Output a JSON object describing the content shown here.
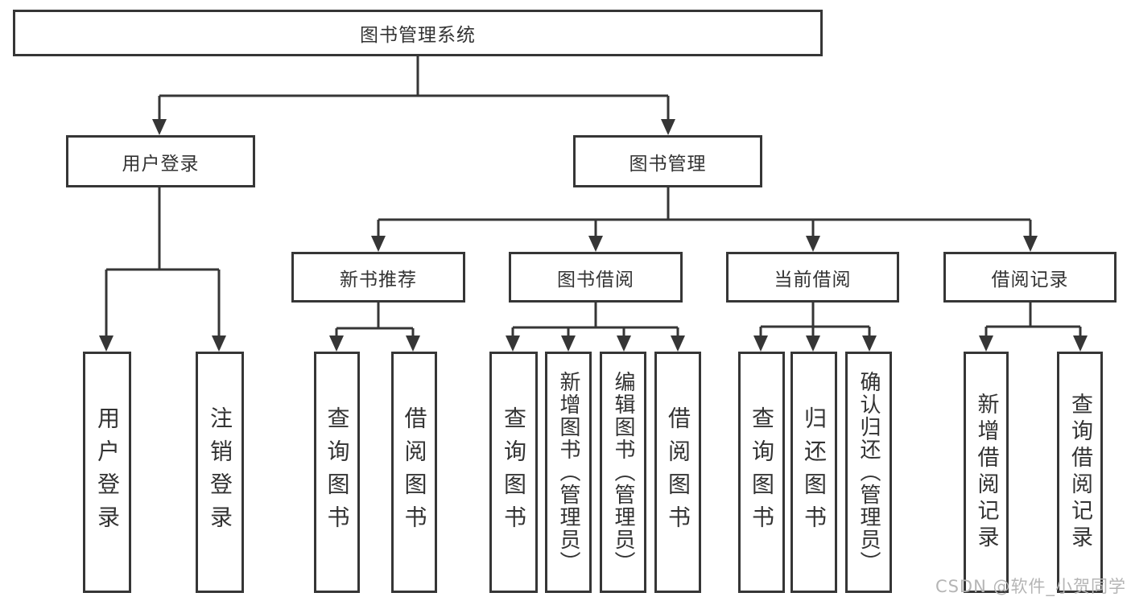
{
  "diagram": {
    "tree": {
      "root": {
        "label": "图书管理系统"
      },
      "children": [
        {
          "label": "用户登录",
          "children": [
            {
              "label": "用户登录"
            },
            {
              "label": "注销登录"
            }
          ]
        },
        {
          "label": "图书管理",
          "children": [
            {
              "label": "新书推荐",
              "children": [
                {
                  "label": "查询图书"
                },
                {
                  "label": "借阅图书"
                }
              ]
            },
            {
              "label": "图书借阅",
              "children": [
                {
                  "label": "查询图书"
                },
                {
                  "label": "新增图书（管理员）"
                },
                {
                  "label": "编辑图书（管理员）"
                },
                {
                  "label": "借阅图书"
                }
              ]
            },
            {
              "label": "当前借阅",
              "children": [
                {
                  "label": "查询图书"
                },
                {
                  "label": "归还图书"
                },
                {
                  "label": "确认归还（管理员）"
                }
              ]
            },
            {
              "label": "借阅记录",
              "children": [
                {
                  "label": "新增借阅记录"
                },
                {
                  "label": "查询借阅记录"
                }
              ]
            }
          ]
        }
      ]
    },
    "watermark": "CSDN @软件_小贺同学",
    "colors": {
      "line": "#363636",
      "text": "#333333",
      "watermark": "#b5b5b5",
      "background": "#ffffff"
    }
  }
}
